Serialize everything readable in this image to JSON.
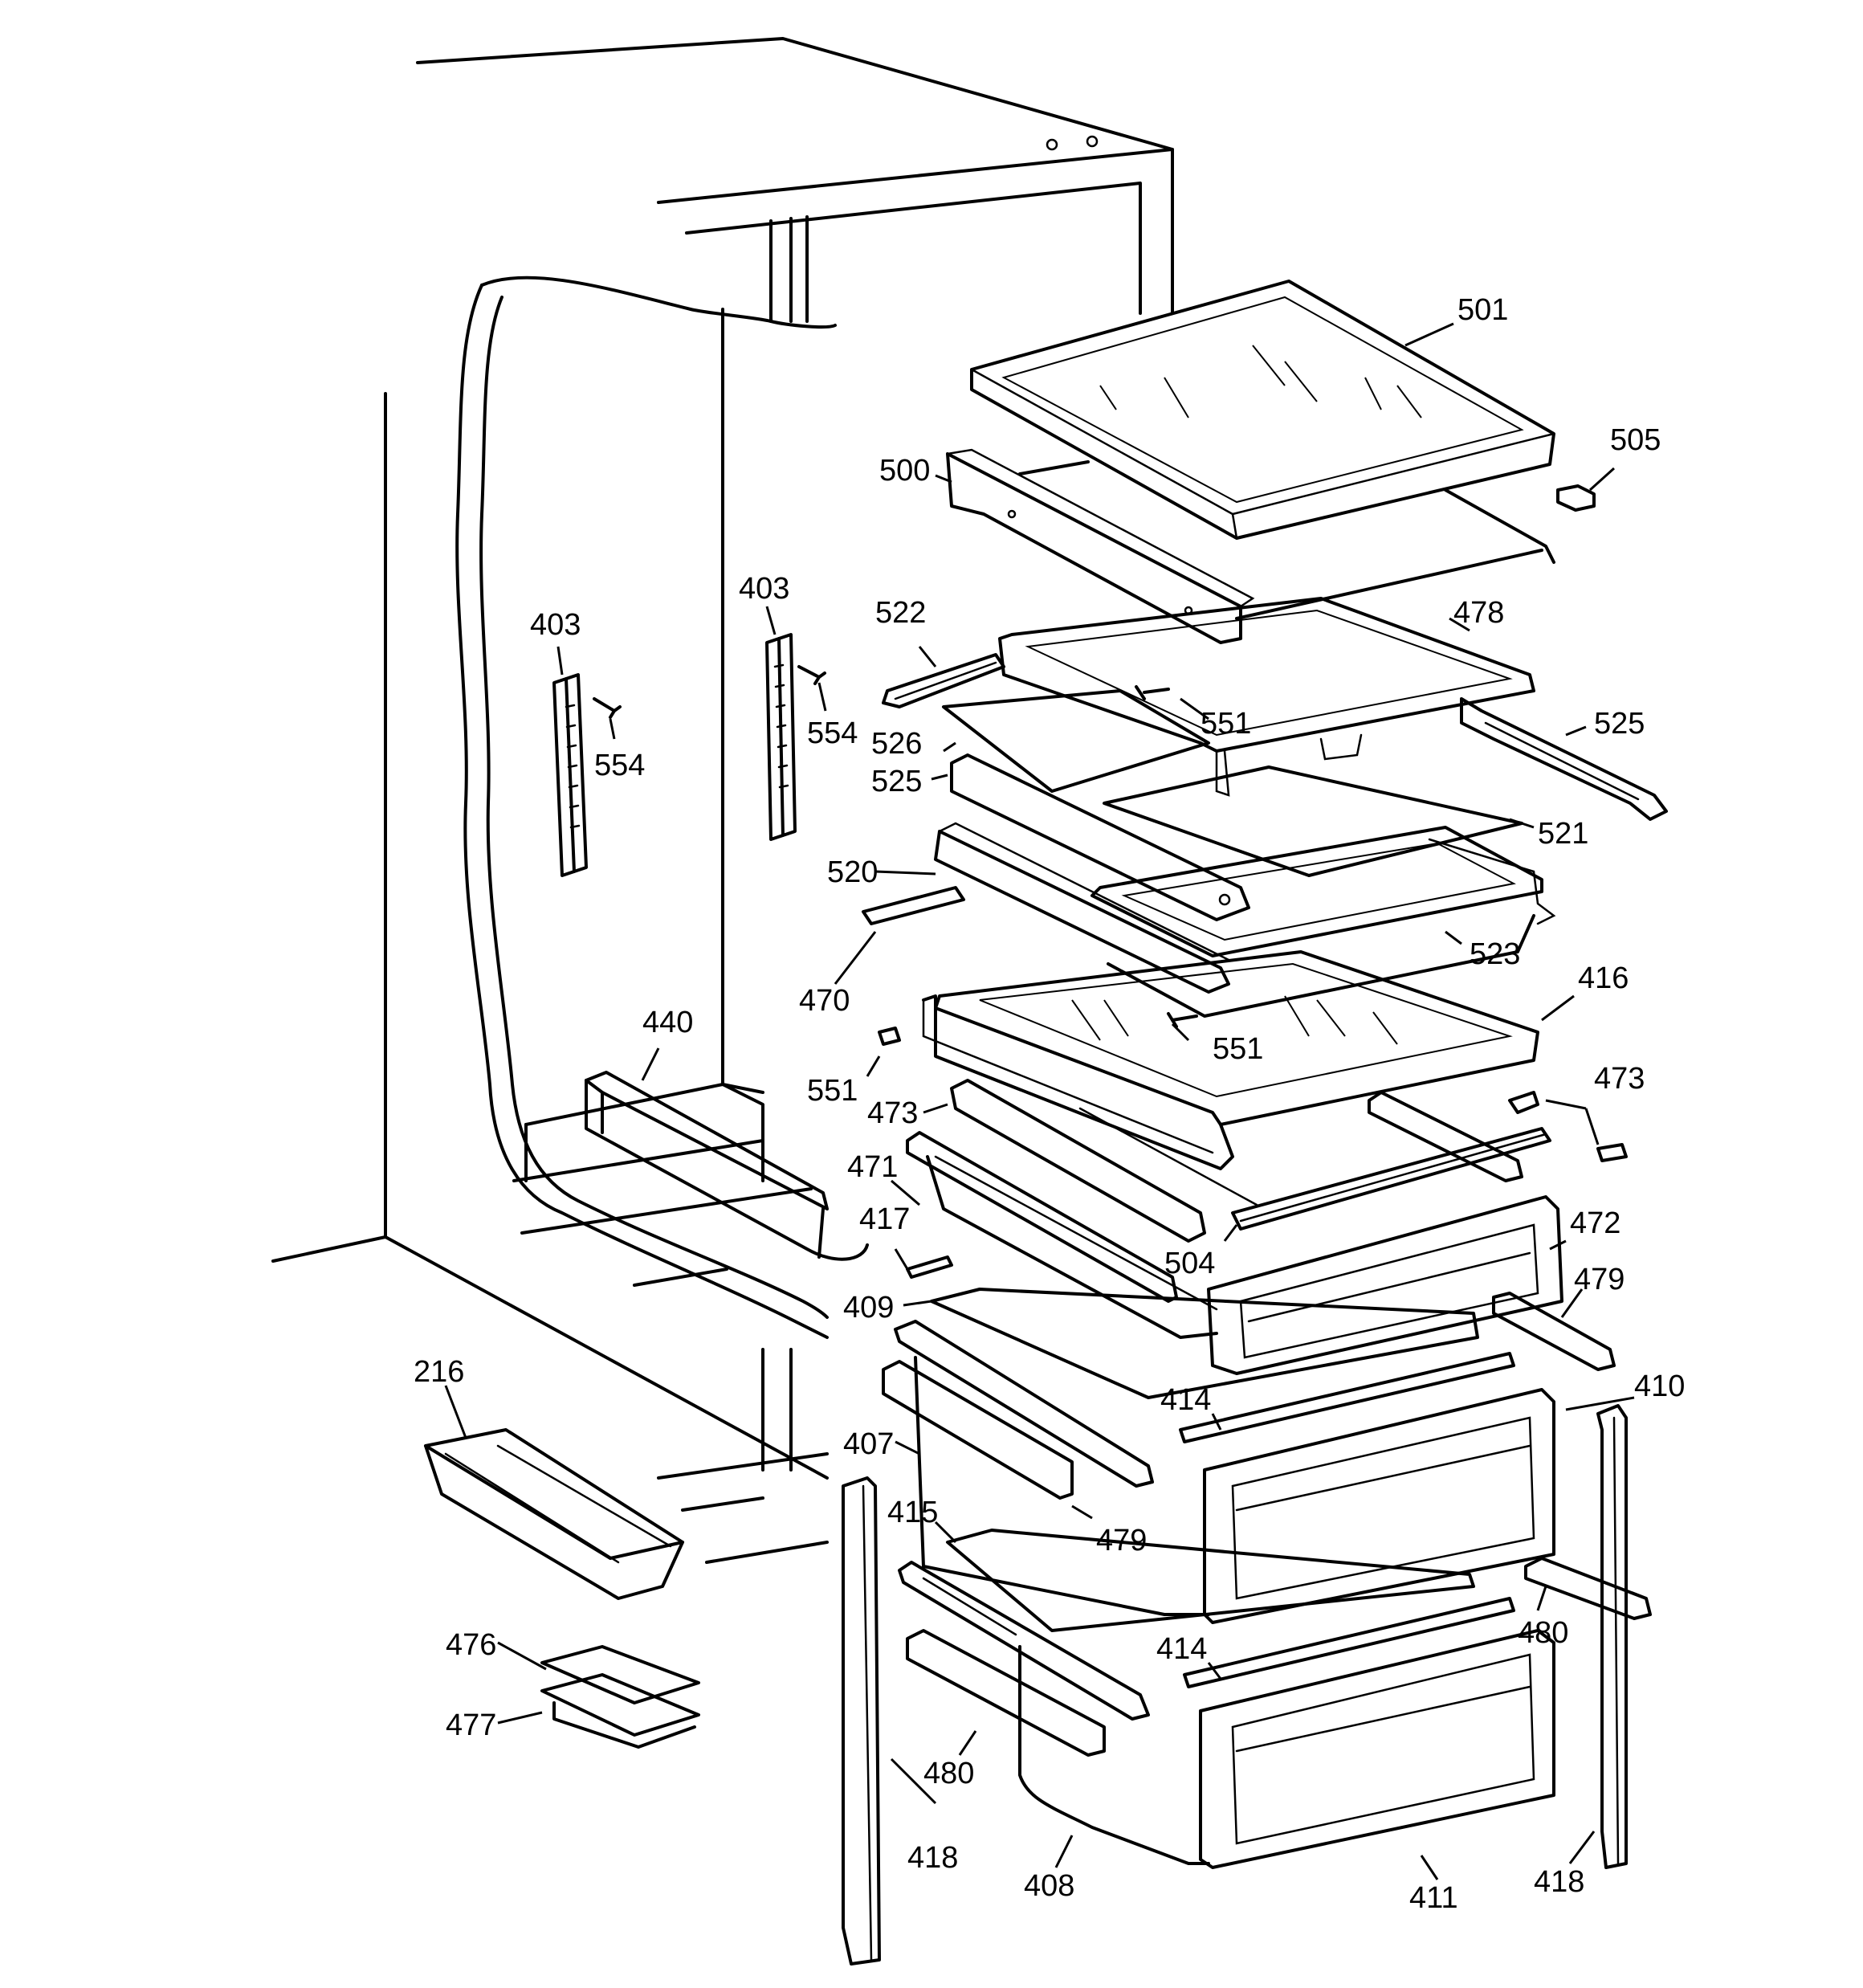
{
  "diagram": {
    "labels": {
      "l501": "501",
      "l505": "505",
      "l500": "500",
      "l478": "478",
      "l522": "522",
      "l551a": "551",
      "l525a": "525",
      "l526": "526",
      "l525b": "525",
      "l521": "521",
      "l520": "520",
      "l523": "523",
      "l470": "470",
      "l416": "416",
      "l551b": "551",
      "l551c": "551",
      "l403a": "403",
      "l554a": "554",
      "l403b": "403",
      "l554b": "554",
      "l440": "440",
      "l473a": "473",
      "l473b": "473",
      "l471": "471",
      "l417": "417",
      "l504": "504",
      "l472": "472",
      "l479a": "479",
      "l409": "409",
      "l414a": "414",
      "l410": "410",
      "l407": "407",
      "l479b": "479",
      "l415": "415",
      "l480a": "480",
      "l414b": "414",
      "l216": "216",
      "l476": "476",
      "l477": "477",
      "l480b": "480",
      "l418a": "418",
      "l408": "408",
      "l411": "411",
      "l418b": "418"
    }
  }
}
